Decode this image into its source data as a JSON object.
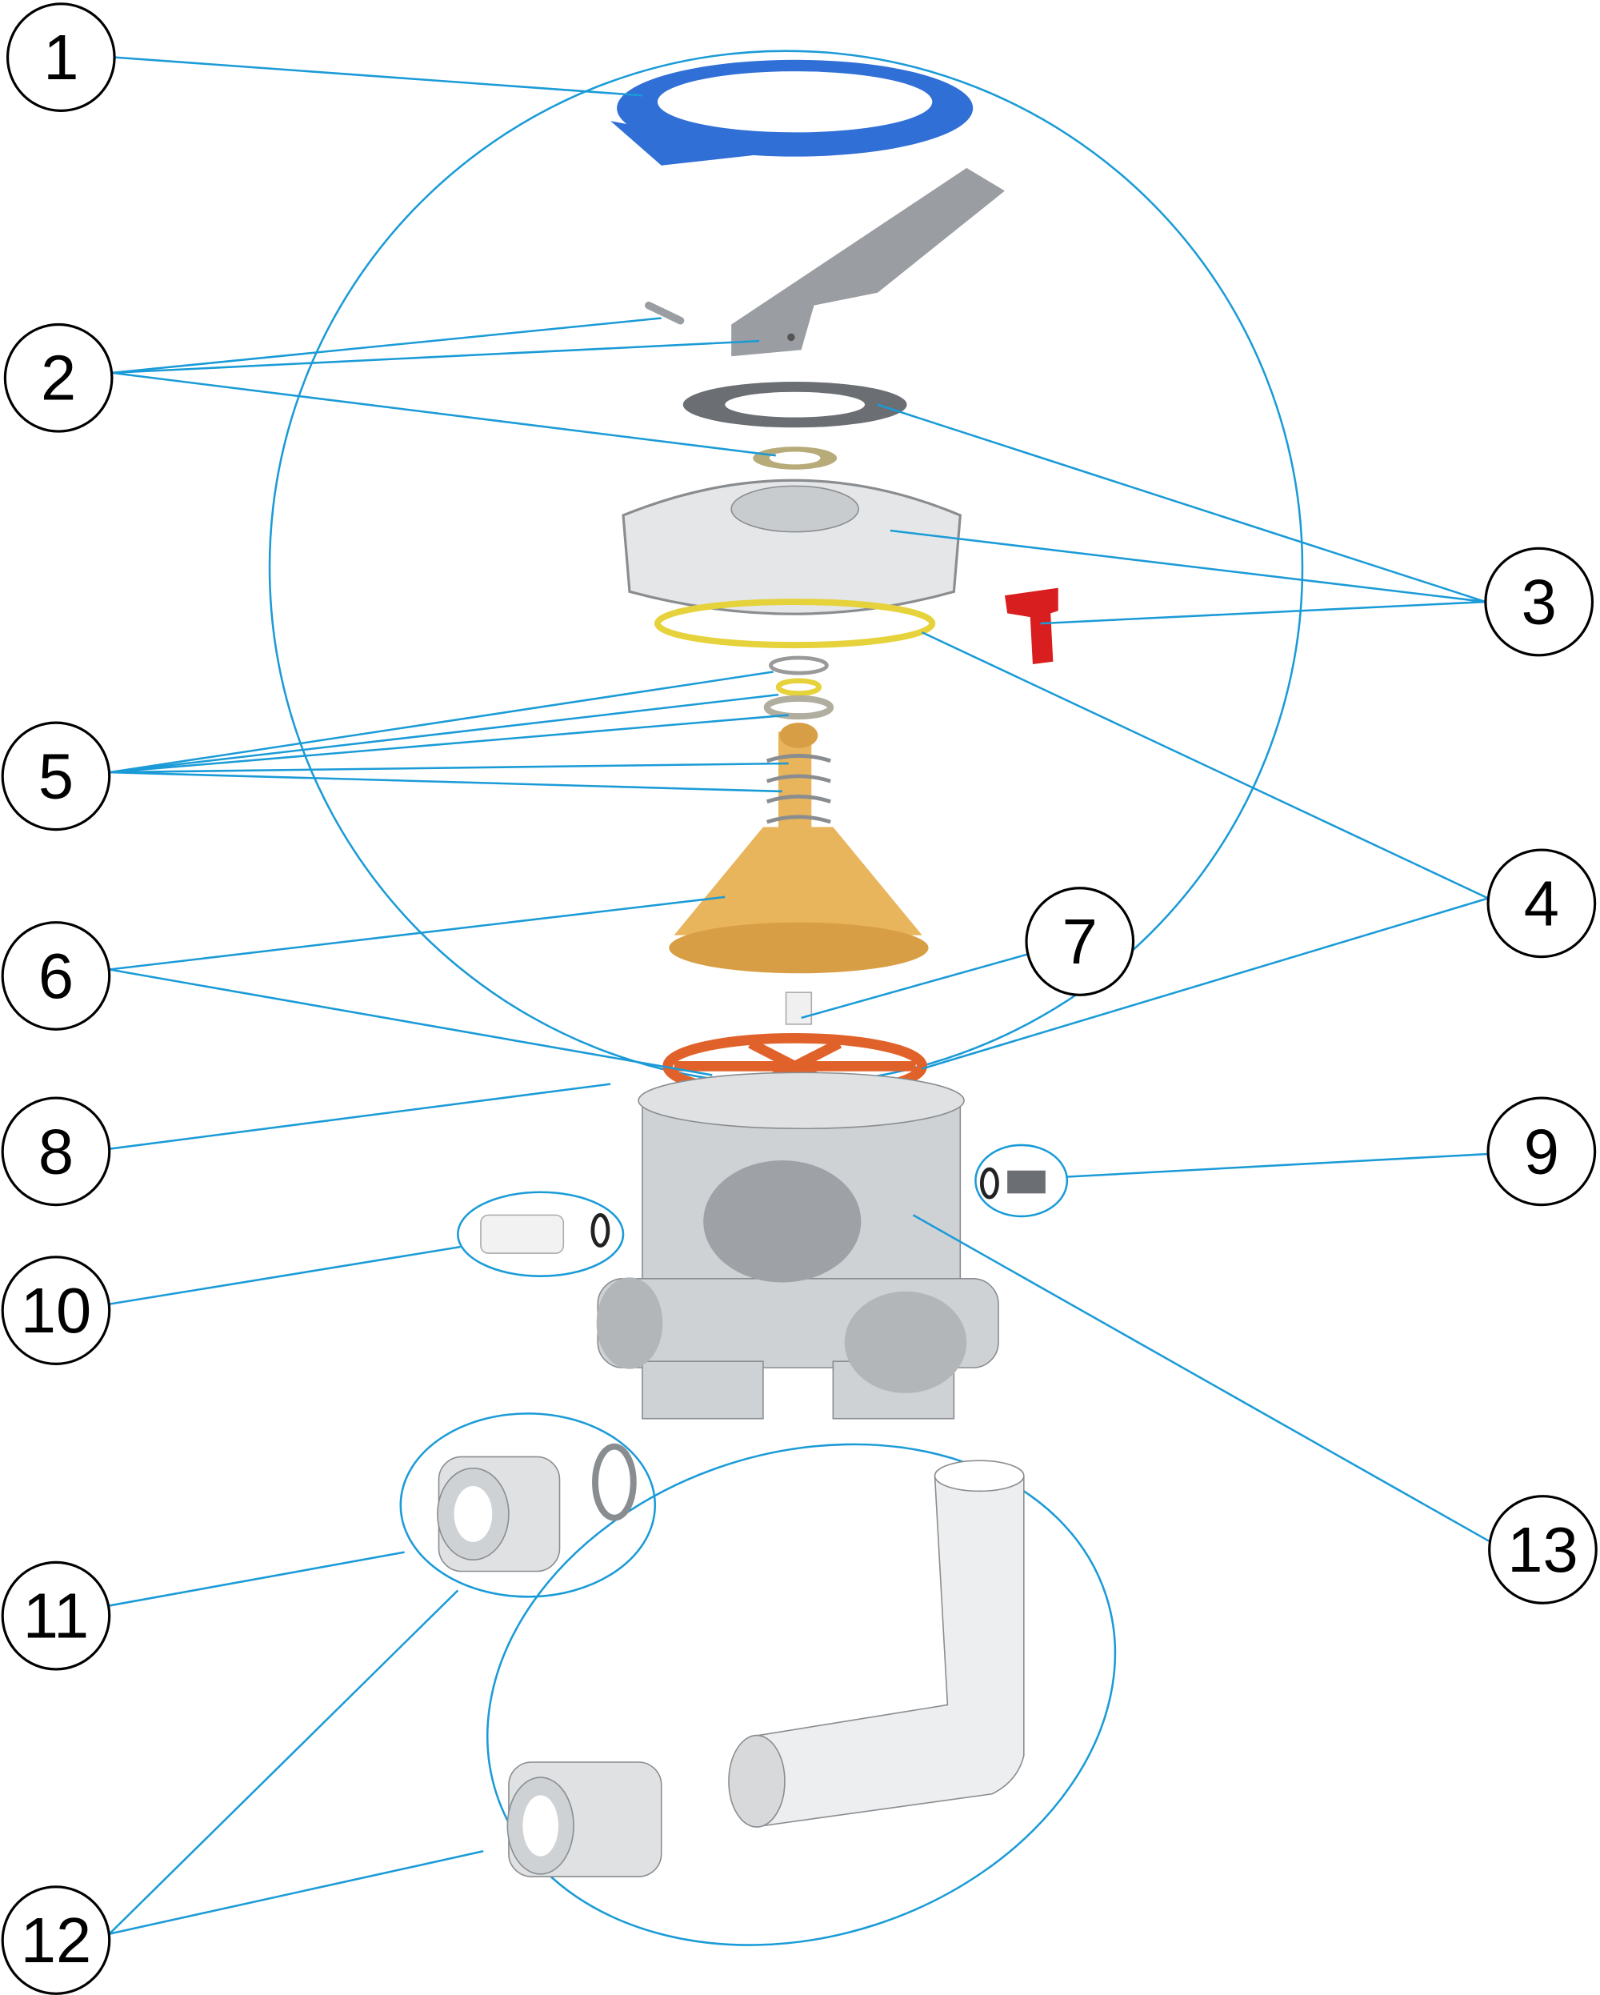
{
  "diagram": {
    "type": "exploded-parts-diagram",
    "callouts": [
      {
        "number": "1",
        "part": "blue-locking-ring"
      },
      {
        "number": "2",
        "part": "handle-and-pin"
      },
      {
        "number": "3",
        "part": "cover-gasket-and-plug"
      },
      {
        "number": "4",
        "part": "o-ring-and-spider-gasket"
      },
      {
        "number": "5",
        "part": "stem-washers-and-spring"
      },
      {
        "number": "6",
        "part": "rotor-cone"
      },
      {
        "number": "7",
        "part": "pin"
      },
      {
        "number": "8",
        "part": "spider-gasket"
      },
      {
        "number": "9",
        "part": "drain-plug-with-o-ring"
      },
      {
        "number": "10",
        "part": "sight-glass-with-o-ring"
      },
      {
        "number": "11",
        "part": "union-with-gasket"
      },
      {
        "number": "12",
        "part": "union-and-elbow-pipe"
      },
      {
        "number": "13",
        "part": "valve-body"
      }
    ],
    "colors": {
      "leader": "#1a9bd7",
      "ring": "#2f6fd6",
      "handle": "#9a9da2",
      "gasket": "#6b6e73",
      "cover": "#e4e6e8",
      "yellow_oring": "#e6d23a",
      "red_plug": "#d81e1e",
      "cone": "#e8b45c",
      "spider": "#e0622a",
      "body": "#cfd2d5"
    }
  }
}
